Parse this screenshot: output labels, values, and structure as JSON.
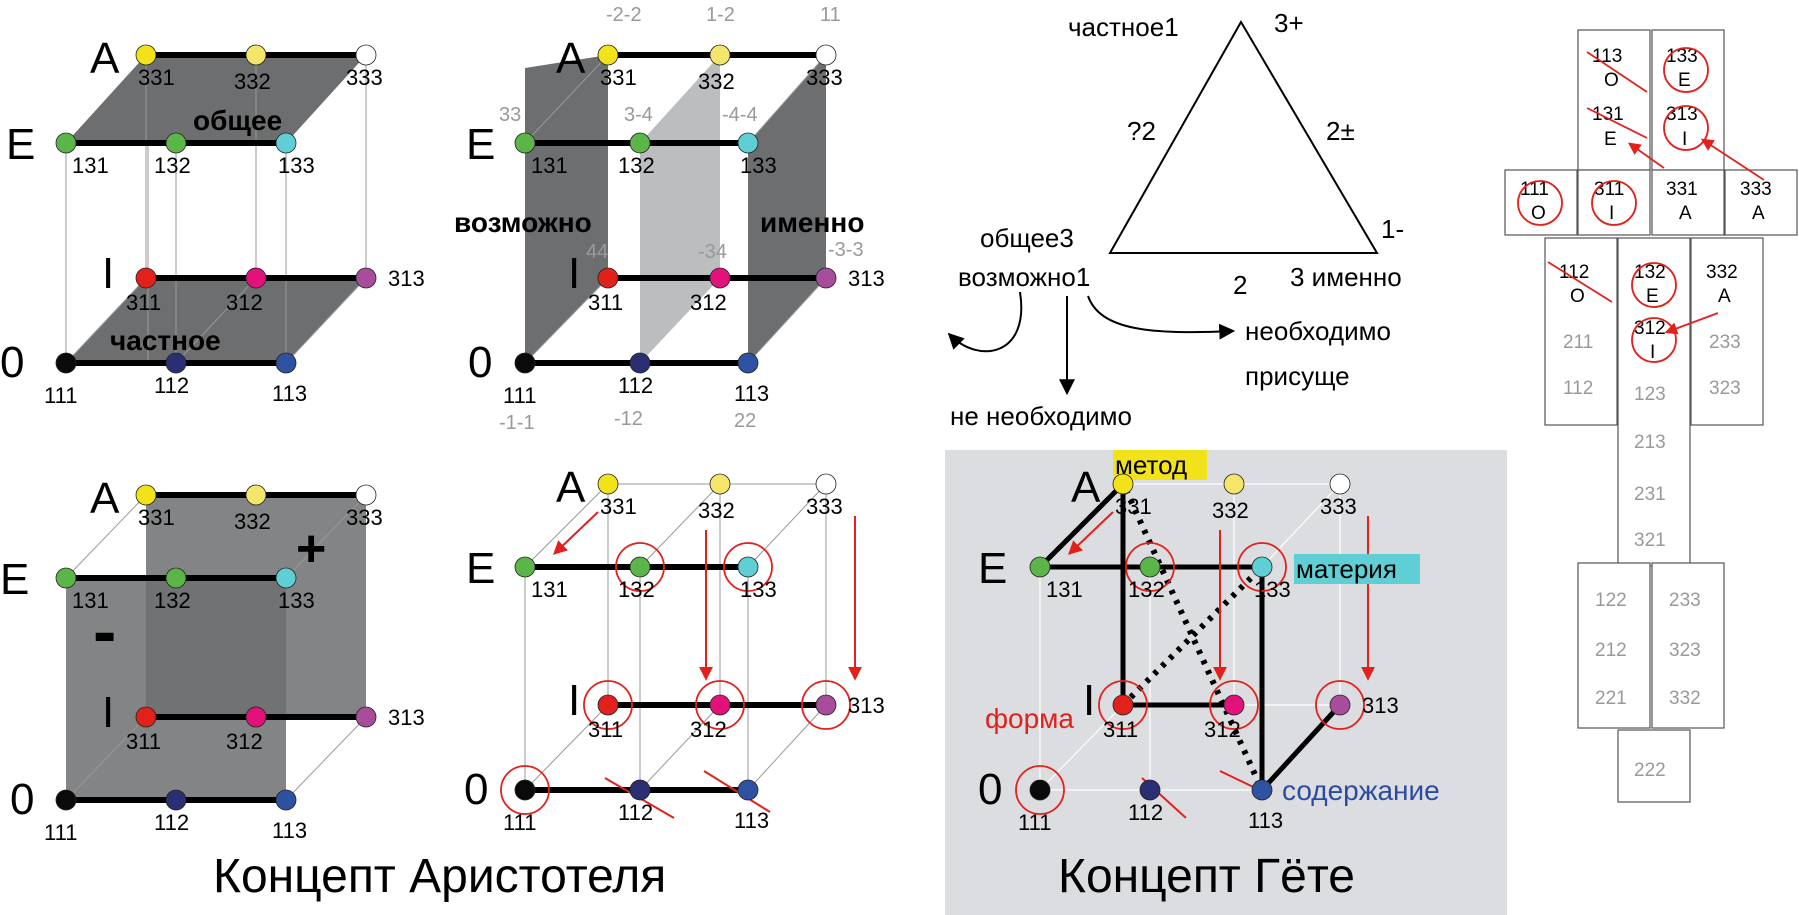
{
  "colors": {
    "yellow": "#f2e21a",
    "paleYellow": "#f3e66a",
    "white": "#ffffff",
    "green": "#5cb548",
    "cyan": "#5fcfd5",
    "red": "#e3211c",
    "magenta": "#e2127a",
    "purple": "#a84d9c",
    "black": "#0a0a0a",
    "navy": "#2b2e73",
    "blue": "#2f51a1",
    "arrow": "#e3211c",
    "grayText": "#999999",
    "panelBg": "#dcdde0",
    "labelBlue": "#2c4ba0",
    "labelRed": "#e3211c"
  },
  "levels": {
    "A": "A",
    "E": "E",
    "I": "I",
    "O": "0"
  },
  "nodes": {
    "n331": "331",
    "n332": "332",
    "n333": "333",
    "n131": "131",
    "n132": "132",
    "n133": "133",
    "n311": "311",
    "n312": "312",
    "n313": "313",
    "n111": "111",
    "n112": "112",
    "n113": "113"
  },
  "cube1": {
    "general": "общее",
    "particular": "частное"
  },
  "cube2": {
    "possible": "возможно",
    "exactly": "именно",
    "c331": "-2-2",
    "c332": "1-2",
    "c333": "11",
    "c131": "33",
    "c132": "3-4",
    "c133": "-4-4",
    "c311": "44",
    "c312": "-34",
    "c313": "-3-3",
    "c111": "-1-1",
    "c112": "-12",
    "c113": "22"
  },
  "cube3": {
    "minus": "-",
    "plus": "+"
  },
  "goethe": {
    "method": "метод",
    "matter": "материя",
    "form": "форма",
    "content": "содержание"
  },
  "triangle": {
    "particular1": "частное1",
    "top": "3+",
    "leftEdge": "?2",
    "rightEdge": "2±",
    "rightTip": "1-",
    "general3": "общее3",
    "possible1": "возможно1",
    "bottomEdge": "2",
    "exactly3": "3 именно",
    "necessary": "необходимо",
    "inherent": "присуще",
    "notNecessary": "не необходимо"
  },
  "captions": {
    "aristotle": "Концепт Аристотеля",
    "goethe": "Концепт Гёте"
  },
  "grid": {
    "c113": "113",
    "lO": "O",
    "c133": "133",
    "lE": "E",
    "c131": "131",
    "lE2": "E",
    "c313": "313",
    "lI": "I",
    "c111": "111",
    "lO2": "O",
    "c311": "311",
    "lI2": "I",
    "c331": "331",
    "lA": "A",
    "c333": "333",
    "lA2": "A",
    "c112": "112",
    "lO3": "O",
    "c132": "132",
    "lE3": "E",
    "c312": "312",
    "lI3": "I",
    "c332": "332",
    "lA3": "A",
    "g211": "211",
    "g112": "112",
    "g233": "233",
    "g323": "323",
    "g123": "123",
    "g213": "213",
    "g231": "231",
    "g321": "321",
    "g122": "122",
    "g212": "212",
    "g221": "221",
    "g233b": "233",
    "g323b": "323",
    "g332": "332",
    "g222": "222"
  }
}
